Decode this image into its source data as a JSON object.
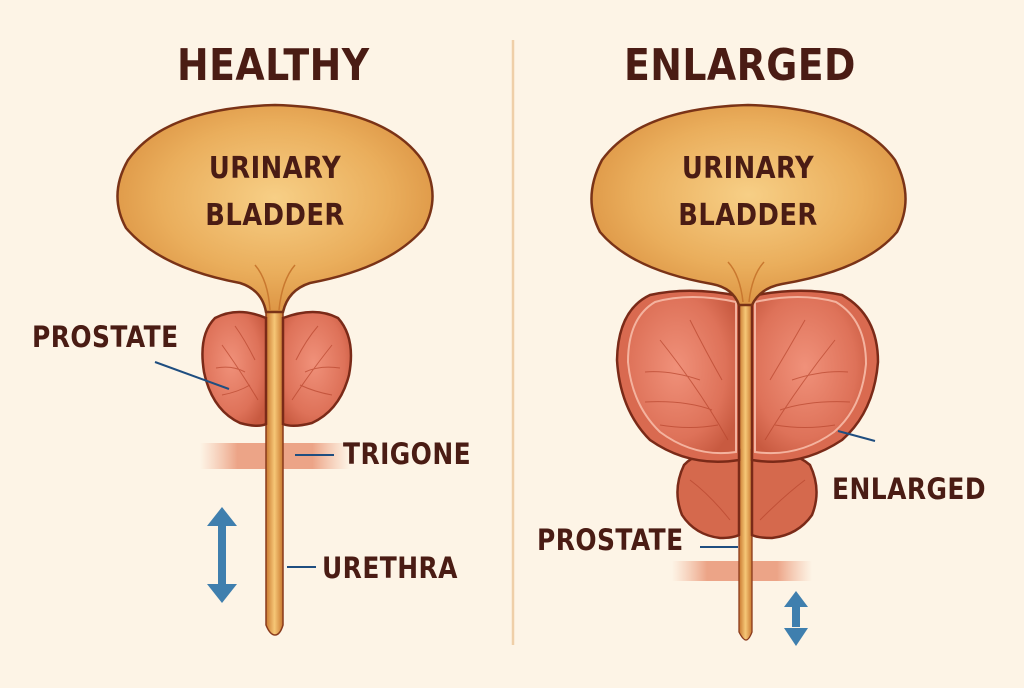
{
  "panels": [
    {
      "title": "HEALTHY",
      "bladder_label": [
        "URINARY",
        "BLADDER"
      ],
      "labels": {
        "prostate": "PROSTATE",
        "trigone": "TRIGONE",
        "urethra": "URETHRA"
      },
      "arrow": "double-headed-vertical (wide urethral flow)"
    },
    {
      "title": "ENLARGED",
      "bladder_label": [
        "URINARY",
        "BLADDER"
      ],
      "labels": {
        "enlarged": "ENLARGED",
        "prostate": "PROSTATE"
      },
      "arrow": "double-headed-vertical (narrowed urethral flow)"
    }
  ],
  "colors": {
    "background": "#fdf4e6",
    "text": "#4a1c14",
    "bladder": "#e9a955",
    "bladder_outline": "#7a3317",
    "prostate": "#de7259",
    "prostate_outline": "#7a2a18",
    "leader_line": "#1f4e80",
    "arrow": "#3f7fae",
    "divider": "#efcfa8"
  }
}
